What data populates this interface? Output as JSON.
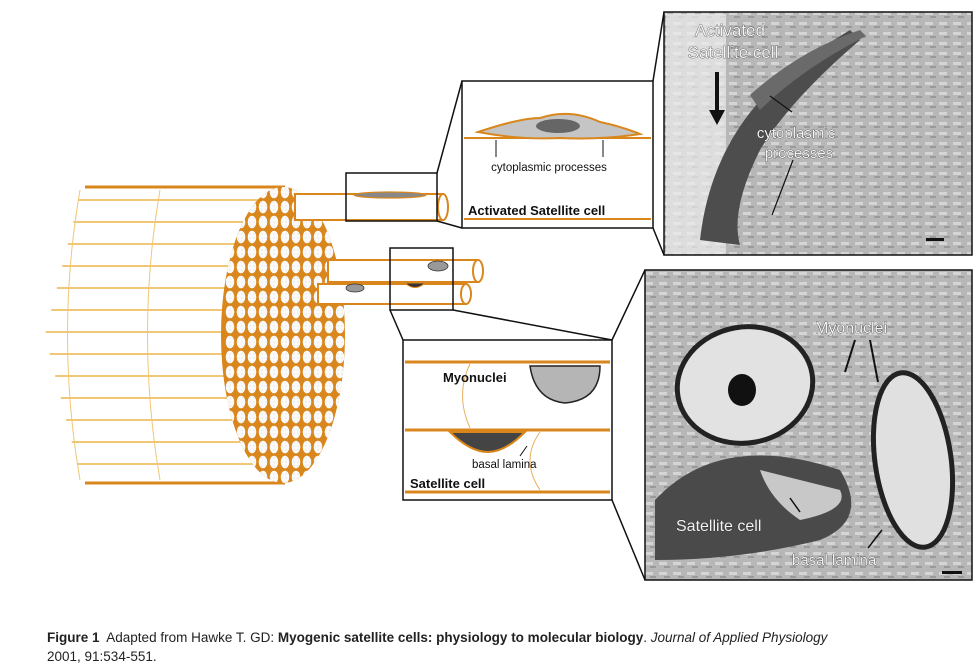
{
  "colors": {
    "muscle": "#d9861c",
    "muscle_light": "#f0c777",
    "outline": "#111111",
    "photo": "#8a8a8a"
  },
  "inset_activated": {
    "processes_label": "cytoplasmic processes",
    "title": "Activated Satellite cell"
  },
  "inset_quiescent": {
    "myonuclei_label": "Myonuclei",
    "basal_lamina_label": "basal lamina",
    "title": "Satellite cell"
  },
  "photo_activated": {
    "title_line1": "Activated",
    "title_line2": "Satellite cell",
    "processes_line1": "cytoplasmic",
    "processes_line2": "processes"
  },
  "photo_quiescent": {
    "myonuclei_label": "Myonuclei",
    "satellite_label": "Satellite cell",
    "basal_lamina_label": "basal lamina"
  },
  "caption": {
    "figure_label": "Figure 1",
    "prefix": "Adapted from Hawke T. GD:",
    "title": "Myogenic satellite cells:  physiology to molecular biology",
    "journal": "Journal of Applied Physiology",
    "citation": "2001, 91:534-551."
  }
}
